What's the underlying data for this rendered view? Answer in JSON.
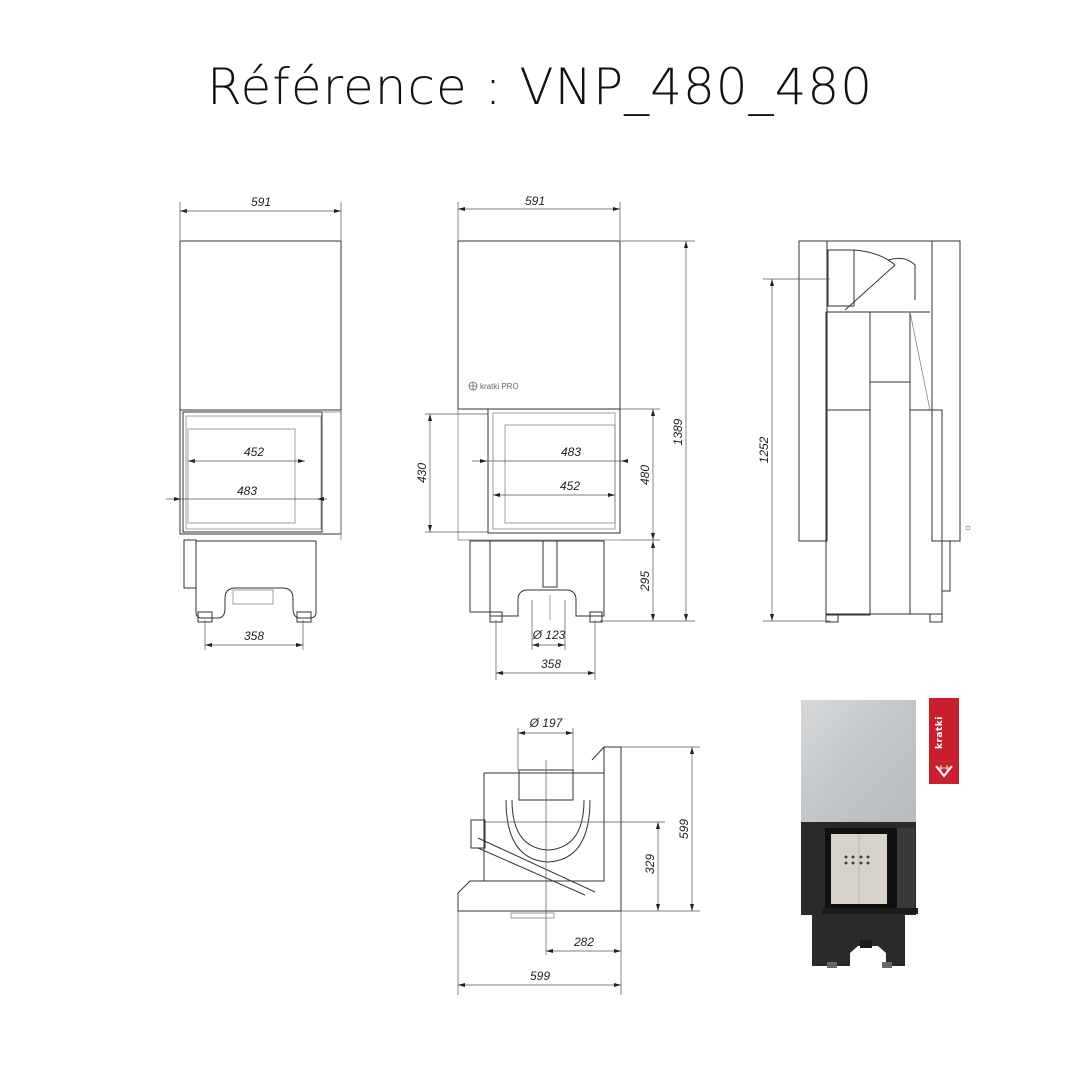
{
  "title": "Référence : VNP_480_480",
  "views": {
    "front_left": {
      "width_top": "591",
      "glass_inner": "452",
      "glass_outer": "483",
      "feet_spacing": "358"
    },
    "front_right": {
      "width_top": "591",
      "logo_text": "kratki PRO",
      "opening_height": "430",
      "glass_outer": "483",
      "glass_inner": "452",
      "door_height": "480",
      "base_height": "295",
      "total_height": "1389",
      "flue_diameter": "Ø 123",
      "feet_spacing": "358"
    },
    "side": {
      "height_to_flue": "1252"
    },
    "top": {
      "flue_diameter": "Ø 197",
      "depth": "599",
      "flue_axis_depth": "329",
      "flue_axis_offset": "282",
      "width": "599"
    }
  },
  "brand_badge": {
    "text": "kratki",
    "color": "#c8202f"
  },
  "colors": {
    "line": "#333333",
    "steel": "#c9ccce",
    "body_black": "#2a2a2a",
    "firebrick": "#d8d3c8"
  }
}
